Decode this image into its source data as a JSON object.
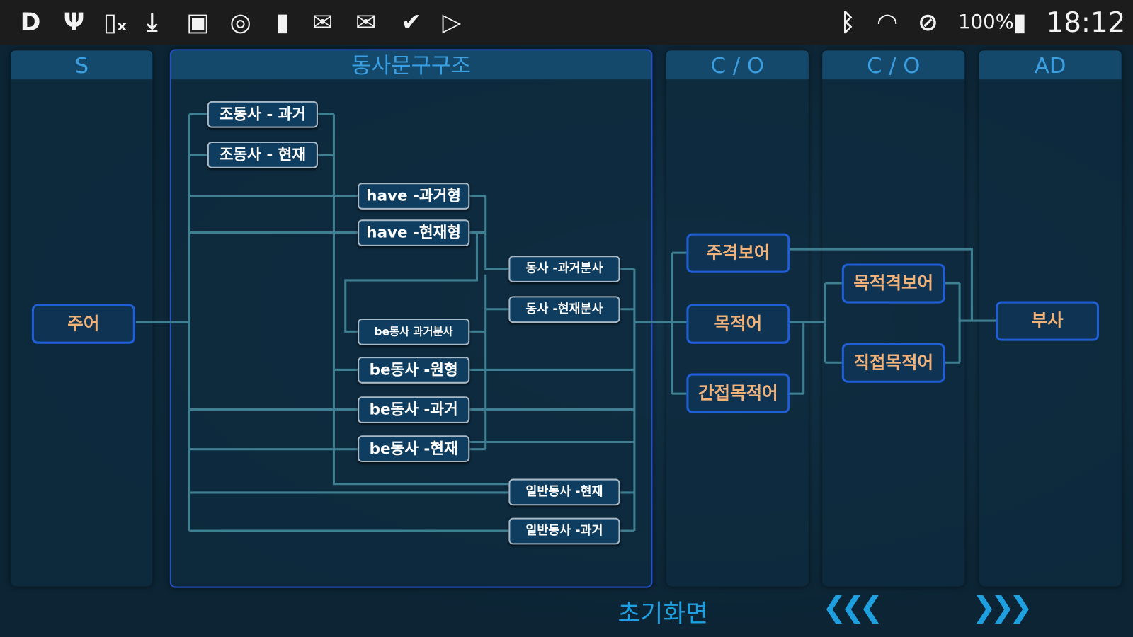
{
  "status_bar": {
    "left_icons": [
      "d-app-icon",
      "usb-icon",
      "sim-x-icon",
      "download-icon",
      "image-icon",
      "sync-circle-icon",
      "battery-100-icon",
      "mail-icon",
      "mail-icon",
      "check-flag-icon",
      "play-store-icon"
    ],
    "battery_percent": "100%",
    "time": "18:12",
    "right_icons": [
      "bluetooth-icon",
      "wifi-icon",
      "do-not-disturb-icon",
      "battery-icon"
    ]
  },
  "panels": {
    "s": "S",
    "verb_phrase": "동사문구구조",
    "co1": "C / O",
    "co2": "C / O",
    "ad": "AD"
  },
  "nodes": {
    "subject": "주어",
    "aux_past": "조동사 - 과거",
    "aux_present": "조동사 - 현재",
    "have_past": "have -과거형",
    "have_present": "have -현재형",
    "verb_past_participle": "동사 -과거분사",
    "verb_present_participle": "동사 -현재분사",
    "be_past_participle": "be동사 과거분사",
    "be_base": "be동사 -원형",
    "be_past": "be동사 -과거",
    "be_present": "be동사 -현재",
    "general_present": "일반동사 -현재",
    "general_past": "일반동사 -과거",
    "subject_complement": "주격보어",
    "object": "목적어",
    "indirect_object": "간접목적어",
    "object_complement": "목적격보어",
    "direct_object": "직접목적어",
    "adverb": "부사"
  },
  "footer": {
    "reset": "초기화면",
    "prev": "❮❮❮",
    "next": "❯❯❯"
  },
  "colors": {
    "accent": "#1d9fe0",
    "node_text": "#f1b27a",
    "node_border": "#1f5ed6",
    "selected_border": "#2451c4"
  }
}
